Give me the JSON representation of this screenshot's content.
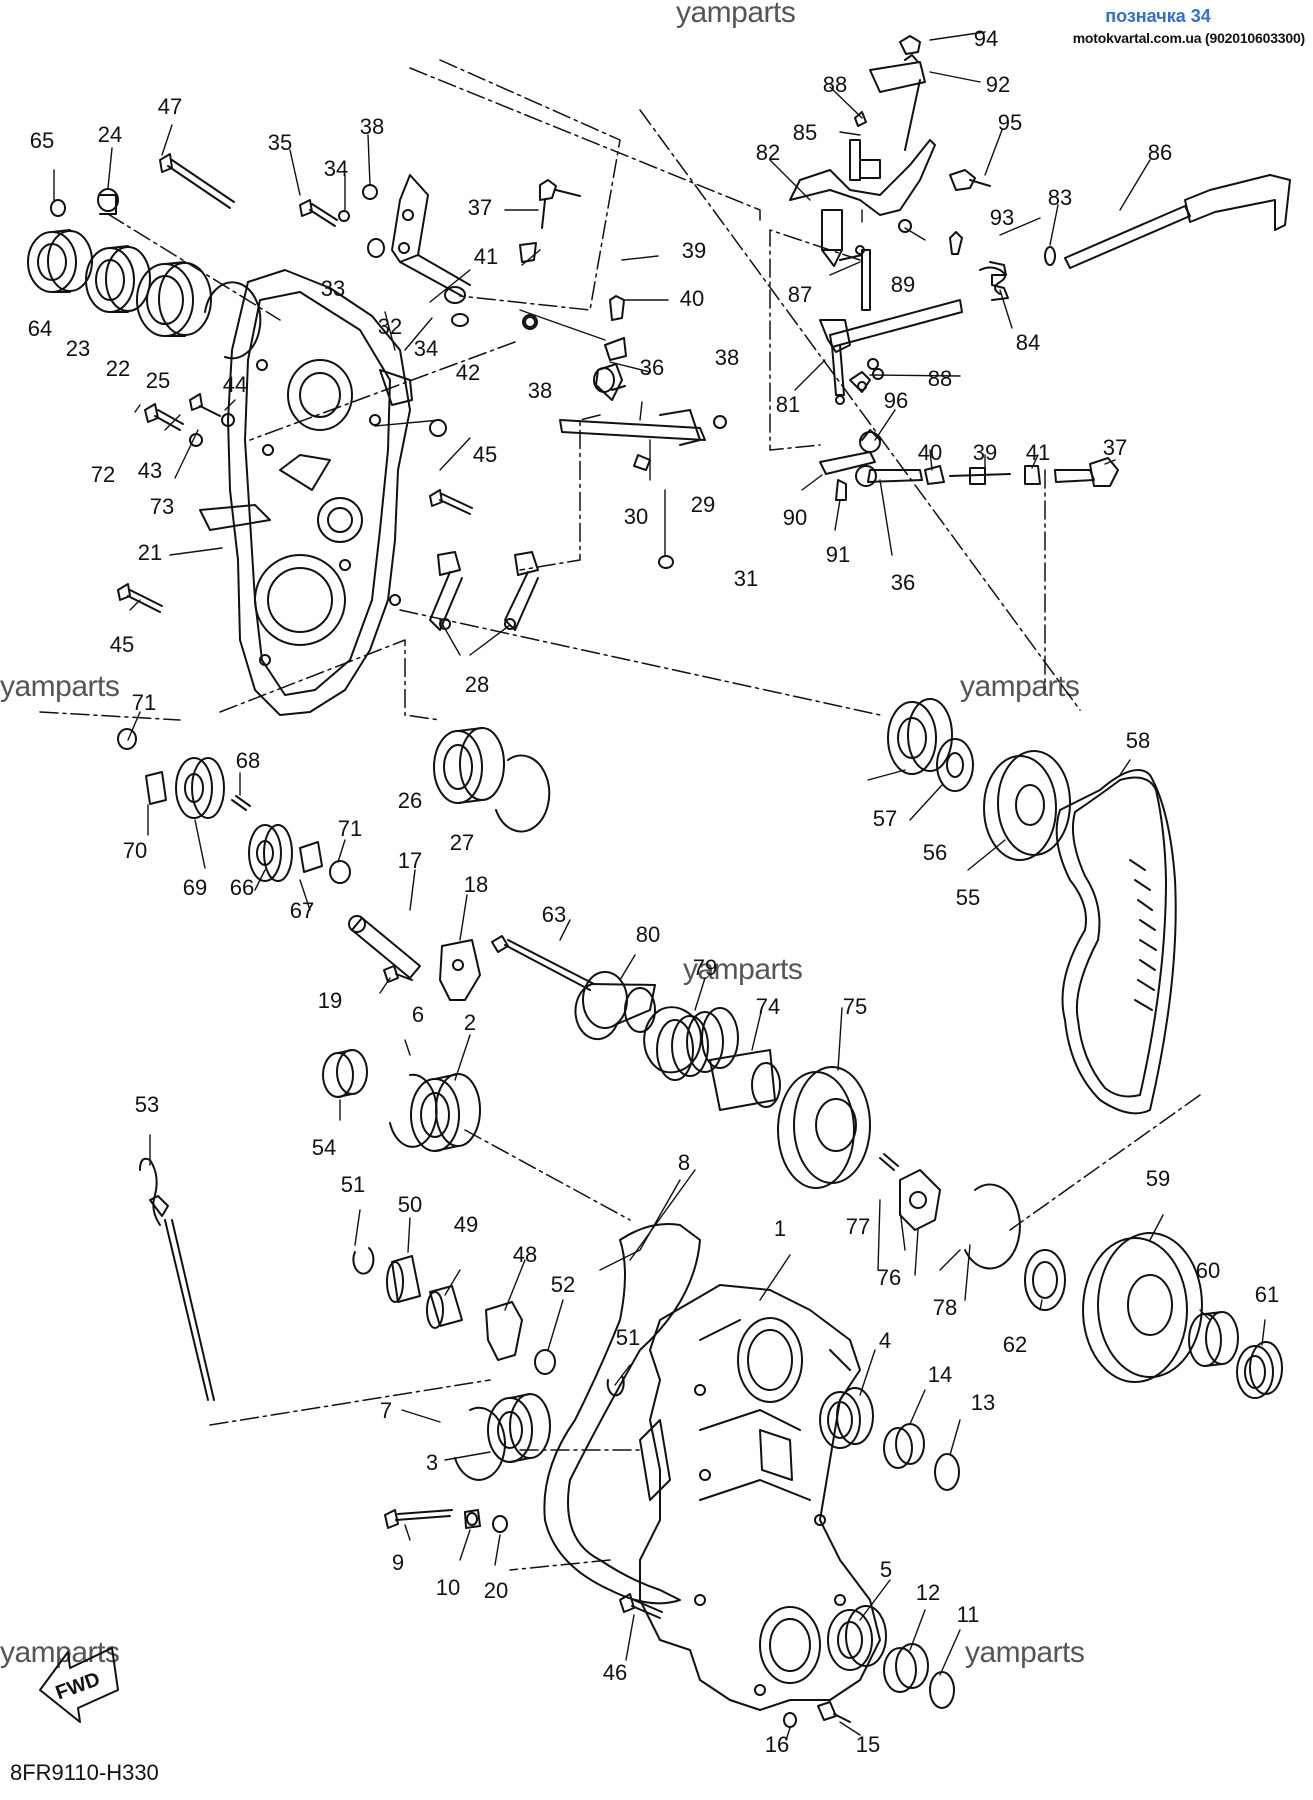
{
  "header": {
    "reference_label": "позначка 34",
    "site_text": "motokvartal.com.ua (902010603300)"
  },
  "watermark": "yamparts",
  "diagram_code": "8FR9110-H330",
  "fwd_label": "FWD",
  "callouts": [
    "1",
    "2",
    "3",
    "4",
    "5",
    "6",
    "7",
    "8",
    "9",
    "10",
    "11",
    "12",
    "13",
    "14",
    "15",
    "16",
    "17",
    "18",
    "19",
    "20",
    "21",
    "22",
    "23",
    "24",
    "25",
    "26",
    "27",
    "28",
    "29",
    "30",
    "31",
    "32",
    "33",
    "34",
    "35",
    "36",
    "37",
    "38",
    "39",
    "40",
    "41",
    "42",
    "43",
    "44",
    "45",
    "46",
    "47",
    "48",
    "49",
    "50",
    "51",
    "52",
    "53",
    "54",
    "55",
    "56",
    "57",
    "58",
    "59",
    "60",
    "61",
    "62",
    "63",
    "64",
    "65",
    "66",
    "67",
    "68",
    "69",
    "70",
    "71",
    "72",
    "73",
    "74",
    "75",
    "76",
    "77",
    "78",
    "79",
    "80",
    "81",
    "82",
    "83",
    "84",
    "85",
    "86",
    "87",
    "88",
    "89",
    "90",
    "91",
    "92",
    "93",
    "94",
    "95",
    "96"
  ],
  "colors": {
    "line": "#111111",
    "reference": "#2f6fd6",
    "watermark": "#555555"
  }
}
